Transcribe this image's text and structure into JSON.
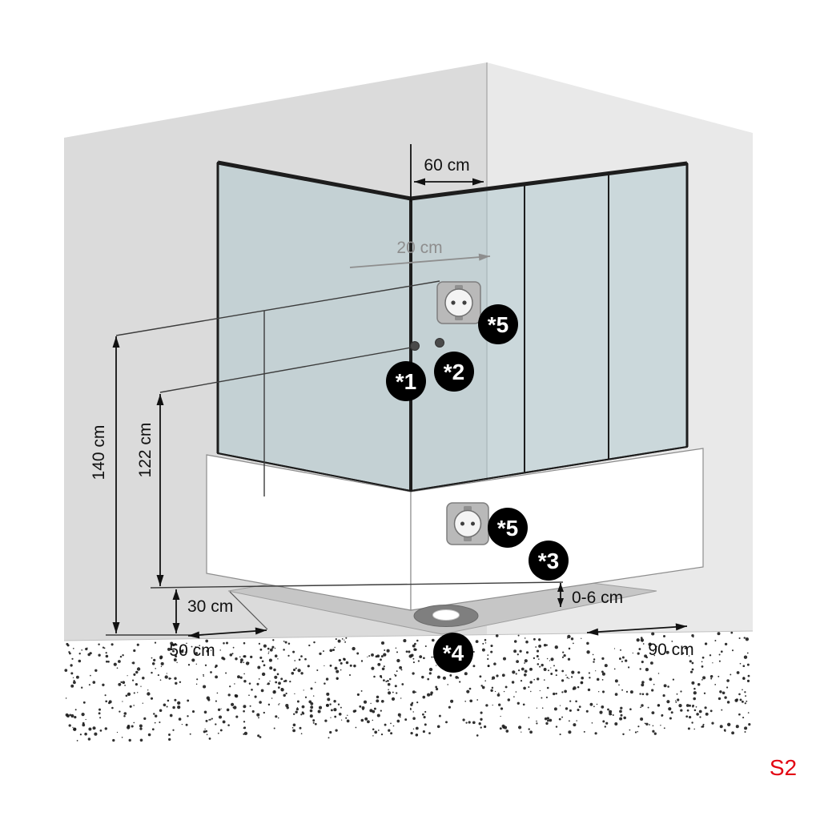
{
  "page": {
    "model_code": "S2"
  },
  "diagram": {
    "dimensions": {
      "glass_width": "60 cm",
      "socket_offset": "20 cm",
      "height_primary": "140 cm",
      "height_secondary": "122 cm",
      "tray_height": "30 cm",
      "leveling_range": "0-6 cm",
      "left_distance": "50 cm",
      "right_distance": "90 cm"
    },
    "markers": [
      {
        "label": "*1"
      },
      {
        "label": "*2"
      },
      {
        "label": "*3"
      },
      {
        "label": "*4"
      },
      {
        "label": "*5"
      },
      {
        "label": "*5"
      }
    ],
    "icons": {
      "upper_socket": "power-socket-icon",
      "lower_socket": "power-socket-icon",
      "drain": "drain-icon"
    },
    "colors": {
      "accent_red": "#e30613",
      "marker_bg": "#000000",
      "marker_text": "#ffffff",
      "glass": "#adc8cd",
      "wall_left": "#dbdbdb",
      "wall_right": "#e9e9e9",
      "dim_gray": "#8e8e8e"
    }
  }
}
